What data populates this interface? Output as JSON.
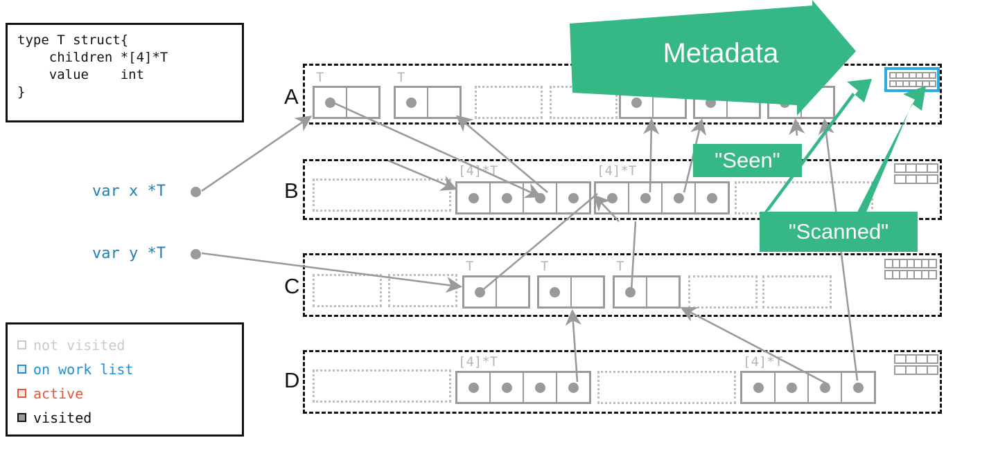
{
  "code_box": {
    "text": "type T struct{\n    children *[4]*T\n    value    int\n}"
  },
  "legend": {
    "items": [
      {
        "label": "not visited",
        "color": "#c9c9c9"
      },
      {
        "label": "on work list",
        "color": "#1f8fce"
      },
      {
        "label": "active",
        "color": "#e05a3a"
      },
      {
        "label": "visited",
        "color": "#111111"
      }
    ]
  },
  "variables": [
    {
      "label": "var x *T"
    },
    {
      "label": "var y *T"
    }
  ],
  "rows": [
    {
      "label": "A",
      "slots": [
        {
          "kind": "object",
          "type_label": "T",
          "cells": 2,
          "dots": [
            0
          ]
        },
        {
          "kind": "object",
          "type_label": "T",
          "cells": 2,
          "dots": [
            0
          ]
        },
        {
          "kind": "empty"
        },
        {
          "kind": "empty"
        },
        {
          "kind": "object",
          "type_label": "",
          "cells": 2,
          "dots": [
            0
          ]
        },
        {
          "kind": "object",
          "type_label": "",
          "cells": 2,
          "dots": [
            0
          ]
        },
        {
          "kind": "object",
          "type_label": "",
          "cells": 2,
          "dots": [
            0
          ]
        }
      ],
      "metadata": {
        "rows": 2,
        "cols": 7,
        "state": "on work list",
        "color": "#29abe2"
      }
    },
    {
      "label": "B",
      "slots": [
        {
          "kind": "empty"
        },
        {
          "kind": "object",
          "type_label": "[4]*T",
          "cells": 4,
          "dots": [
            0,
            1,
            2,
            3
          ]
        },
        {
          "kind": "object",
          "type_label": "[4]*T",
          "cells": 4,
          "dots": [
            0,
            1,
            2,
            3
          ]
        },
        {
          "kind": "empty"
        }
      ],
      "metadata": {
        "rows": 2,
        "cols": 4,
        "state": "not visited",
        "color": "#9a9a9a"
      }
    },
    {
      "label": "C",
      "slots": [
        {
          "kind": "empty"
        },
        {
          "kind": "empty"
        },
        {
          "kind": "object",
          "type_label": "T",
          "cells": 2,
          "dots": [
            0
          ]
        },
        {
          "kind": "object",
          "type_label": "T",
          "cells": 2,
          "dots": [
            0
          ]
        },
        {
          "kind": "object",
          "type_label": "T",
          "cells": 2,
          "dots": [
            0
          ]
        },
        {
          "kind": "empty"
        },
        {
          "kind": "empty"
        }
      ],
      "metadata": {
        "rows": 2,
        "cols": 7,
        "state": "not visited",
        "color": "#9a9a9a"
      }
    },
    {
      "label": "D",
      "slots": [
        {
          "kind": "empty"
        },
        {
          "kind": "object",
          "type_label": "[4]*T",
          "cells": 4,
          "dots": [
            0,
            1,
            2,
            3
          ]
        },
        {
          "kind": "empty"
        },
        {
          "kind": "object",
          "type_label": "[4]*T",
          "cells": 4,
          "dots": [
            0,
            1,
            2,
            3
          ]
        }
      ],
      "metadata": {
        "rows": 2,
        "cols": 4,
        "state": "not visited",
        "color": "#9a9a9a"
      }
    }
  ],
  "callouts": [
    {
      "text": "Metadata",
      "style": "arrow"
    },
    {
      "text": "\"Seen\"",
      "style": "box"
    },
    {
      "text": "\"Scanned\"",
      "style": "box"
    }
  ],
  "colors": {
    "green": "#35b786",
    "blue": "#29abe2",
    "gray": "#9a9a9a",
    "dotted_gray": "#bdbdbd",
    "black": "#111111",
    "code_blue": "#1f7fb5"
  }
}
